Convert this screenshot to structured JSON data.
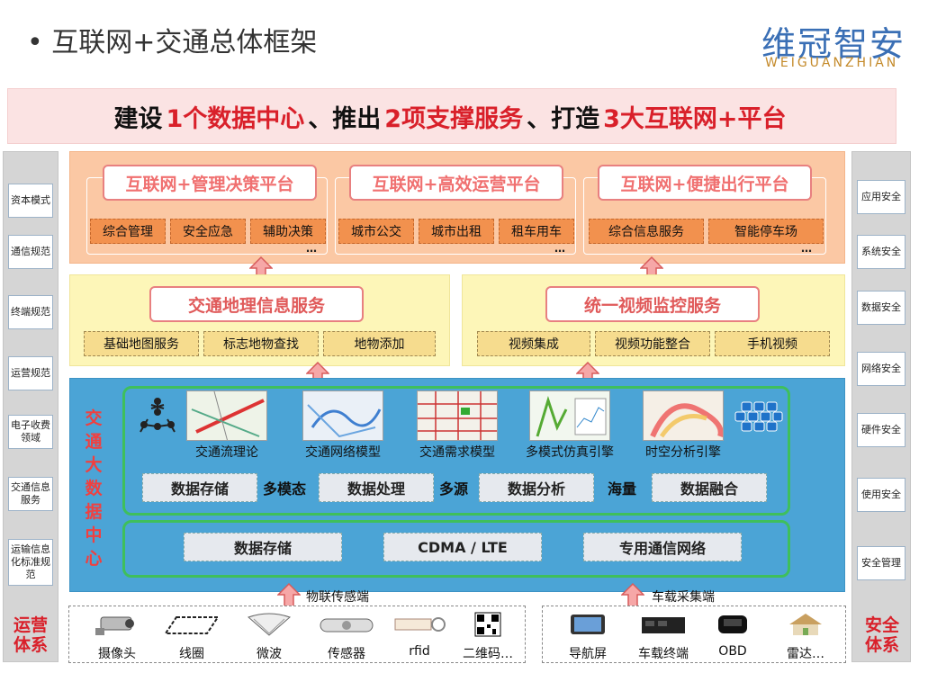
{
  "header": {
    "title": "• 互联网+交通总体框架",
    "logo_cn": "维冠智安",
    "logo_en": "WEIGUANZHIAN"
  },
  "banner": {
    "p1": "建设",
    "h1": "1个数据中心",
    "p2": "、推出",
    "h2": "2项支撑服务",
    "p3": "、打造",
    "h3": "3大互联网+平台"
  },
  "left_column": {
    "items": [
      "资本模式",
      "通信规范",
      "终端规范",
      "运营规范",
      "电子收费领域",
      "交通信息服务",
      "运输信息化标准规范"
    ],
    "footer": "运营体系"
  },
  "right_column": {
    "items": [
      "应用安全",
      "系统安全",
      "数据安全",
      "网络安全",
      "硬件安全",
      "使用安全",
      "安全管理"
    ],
    "footer": "安全体系"
  },
  "platforms": [
    {
      "title": "互联网+管理决策平台",
      "items": [
        "综合管理",
        "安全应急",
        "辅助决策"
      ],
      "more": "…"
    },
    {
      "title": "互联网+高效运营平台",
      "items": [
        "城市公交",
        "城市出租",
        "租车用车"
      ],
      "more": "…"
    },
    {
      "title": "互联网+便捷出行平台",
      "items": [
        "综合信息服务",
        "智能停车场"
      ],
      "more": "…"
    }
  ],
  "services": [
    {
      "title": "交通地理信息服务",
      "items": [
        "基础地图服务",
        "标志地物查找",
        "地物添加"
      ]
    },
    {
      "title": "统一视频监控服务",
      "items": [
        "视频集成",
        "视频功能整合",
        "手机视频"
      ]
    }
  ],
  "data_center": {
    "label": "交通大数据中心",
    "models": [
      "交通流理论",
      "交通网络模型",
      "交通需求模型",
      "多模式仿真引擎",
      "时空分析引擎"
    ],
    "row1_boxes": [
      "数据存储",
      "数据处理",
      "数据分析",
      "数据融合"
    ],
    "row1_words": [
      "多模态",
      "多源",
      "海量"
    ],
    "row2_boxes": [
      "数据存储",
      "CDMA / LTE",
      "专用通信网络"
    ]
  },
  "collection": {
    "left_label": "物联传感端",
    "right_label": "车载采集端"
  },
  "devices_left": [
    "摄像头",
    "线圈",
    "微波",
    "传感器",
    "rfid",
    "二维码"
  ],
  "devices_left_more": "…",
  "devices_right": [
    "导航屏",
    "车载终端",
    "OBD",
    "雷达"
  ],
  "devices_right_more": "…",
  "colors": {
    "accent_red": "#d9202a",
    "orange_band": "#fbc8a4",
    "yellow_band": "#fdf6b8",
    "blue_band": "#4ba4d6",
    "green_frame": "#3fbf5c"
  }
}
